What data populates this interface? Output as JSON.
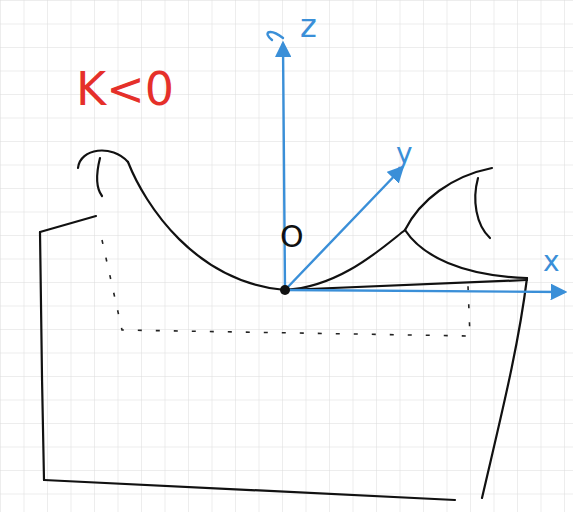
{
  "diagram": {
    "labels": [
      "K<0",
      "z",
      "y",
      "x",
      "O"
    ]
  }
}
